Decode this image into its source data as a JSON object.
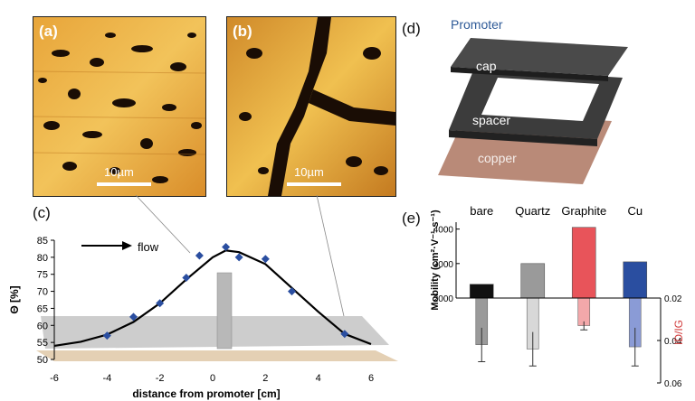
{
  "panels": {
    "a": {
      "label": "(a)",
      "scale": "10µm"
    },
    "b": {
      "label": "(b)",
      "scale": "10µm"
    },
    "c": {
      "label": "(c)"
    },
    "d": {
      "label": "(d)",
      "title": "Promoter",
      "layers": [
        "cap",
        "spacer",
        "copper"
      ]
    },
    "e": {
      "label": "(e)"
    }
  },
  "colors": {
    "accent": "#2e5a97",
    "bare": "#111111",
    "quartz": "#9a9a9a",
    "graphite": "#e8545a",
    "cu": "#2a4ea0",
    "ratio_label": "#d23c3c"
  },
  "chart_data": [
    {
      "type": "scatter",
      "ylabel": "Θ [%]",
      "xlabel": "distance from promoter [cm]",
      "annotation": "flow",
      "xlim": [
        -6,
        6
      ],
      "ylim": [
        50,
        85
      ],
      "xticks": [
        -6,
        -4,
        -2,
        0,
        2,
        4,
        6
      ],
      "yticks": [
        50,
        55,
        60,
        65,
        70,
        75,
        80,
        85
      ],
      "series": [
        {
          "x": [
            -4,
            -3,
            -2,
            -1,
            -0.5,
            0.5,
            1,
            2,
            3,
            5
          ],
          "y": [
            57,
            62.5,
            66.5,
            74,
            80.5,
            83,
            80,
            79.5,
            70,
            57.5
          ]
        }
      ],
      "fit": {
        "x": [
          -6,
          -5,
          -4,
          -3,
          -2,
          -1,
          0,
          0.5,
          1,
          2,
          3,
          4,
          5,
          6
        ],
        "y": [
          54,
          55.2,
          57.3,
          61,
          66.5,
          73.5,
          80,
          82,
          81.5,
          78,
          71,
          64,
          57.5,
          54.5
        ]
      }
    },
    {
      "type": "bar",
      "categories": [
        "bare",
        "Quartz",
        "Graphite",
        "Cu"
      ],
      "top": {
        "ylabel": "Mobility (cm²·V⁻¹·s⁻¹)",
        "ylim": [
          2000,
          4200
        ],
        "yticks": [
          2000,
          3000,
          4000
        ],
        "values": [
          2400,
          3000,
          4050,
          3050
        ]
      },
      "bottom": {
        "ylabel": "ID/IG",
        "ylim": [
          0.02,
          0.06
        ],
        "yticks": [
          "0.02",
          "0.04",
          "0.06"
        ],
        "values": [
          0.042,
          0.044,
          0.033,
          0.043
        ],
        "errors": [
          0.008,
          0.008,
          0.002,
          0.009
        ]
      }
    }
  ]
}
